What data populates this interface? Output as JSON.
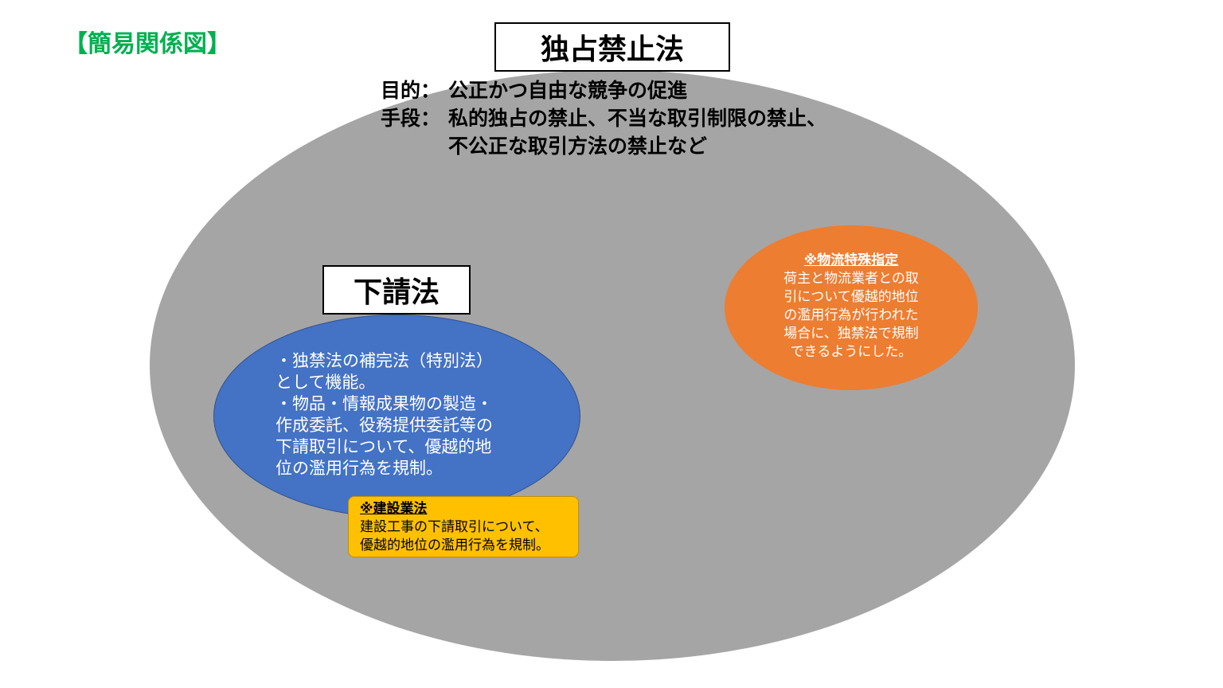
{
  "heading": "【簡易関係図】",
  "antimonopoly": {
    "title": "独占禁止法",
    "purpose_label": "目的：",
    "purpose": "公正かつ自由な競争の促進",
    "means_label": "手段：",
    "means_line1": "私的独占の禁止、不当な取引制限の禁止、",
    "means_line2": "不公正な取引方法の禁止など"
  },
  "subcontract": {
    "title": "下請法",
    "lines": [
      "・独禁法の補完法（特別法）",
      "として機能。",
      "・物品・情報成果物の製造・",
      "作成委託、役務提供委託等の",
      "下請取引について、優越的地",
      "位の濫用行為を規制。"
    ]
  },
  "logistics": {
    "title": "※物流特殊指定",
    "lines": [
      "荷主と物流業者との取",
      "引について優越的地位",
      "の濫用行為が行われた",
      "場合に、独禁法で規制",
      "できるようにした。"
    ]
  },
  "construction": {
    "title": "※建設業法",
    "lines": [
      "建設工事の下請取引について、",
      "優越的地位の濫用行為を規制。"
    ]
  },
  "colors": {
    "outer": "#a5a5a5",
    "blue": "#4472c4",
    "orange": "#ed7d31",
    "yellow": "#ffc000",
    "heading": "#00b050"
  }
}
